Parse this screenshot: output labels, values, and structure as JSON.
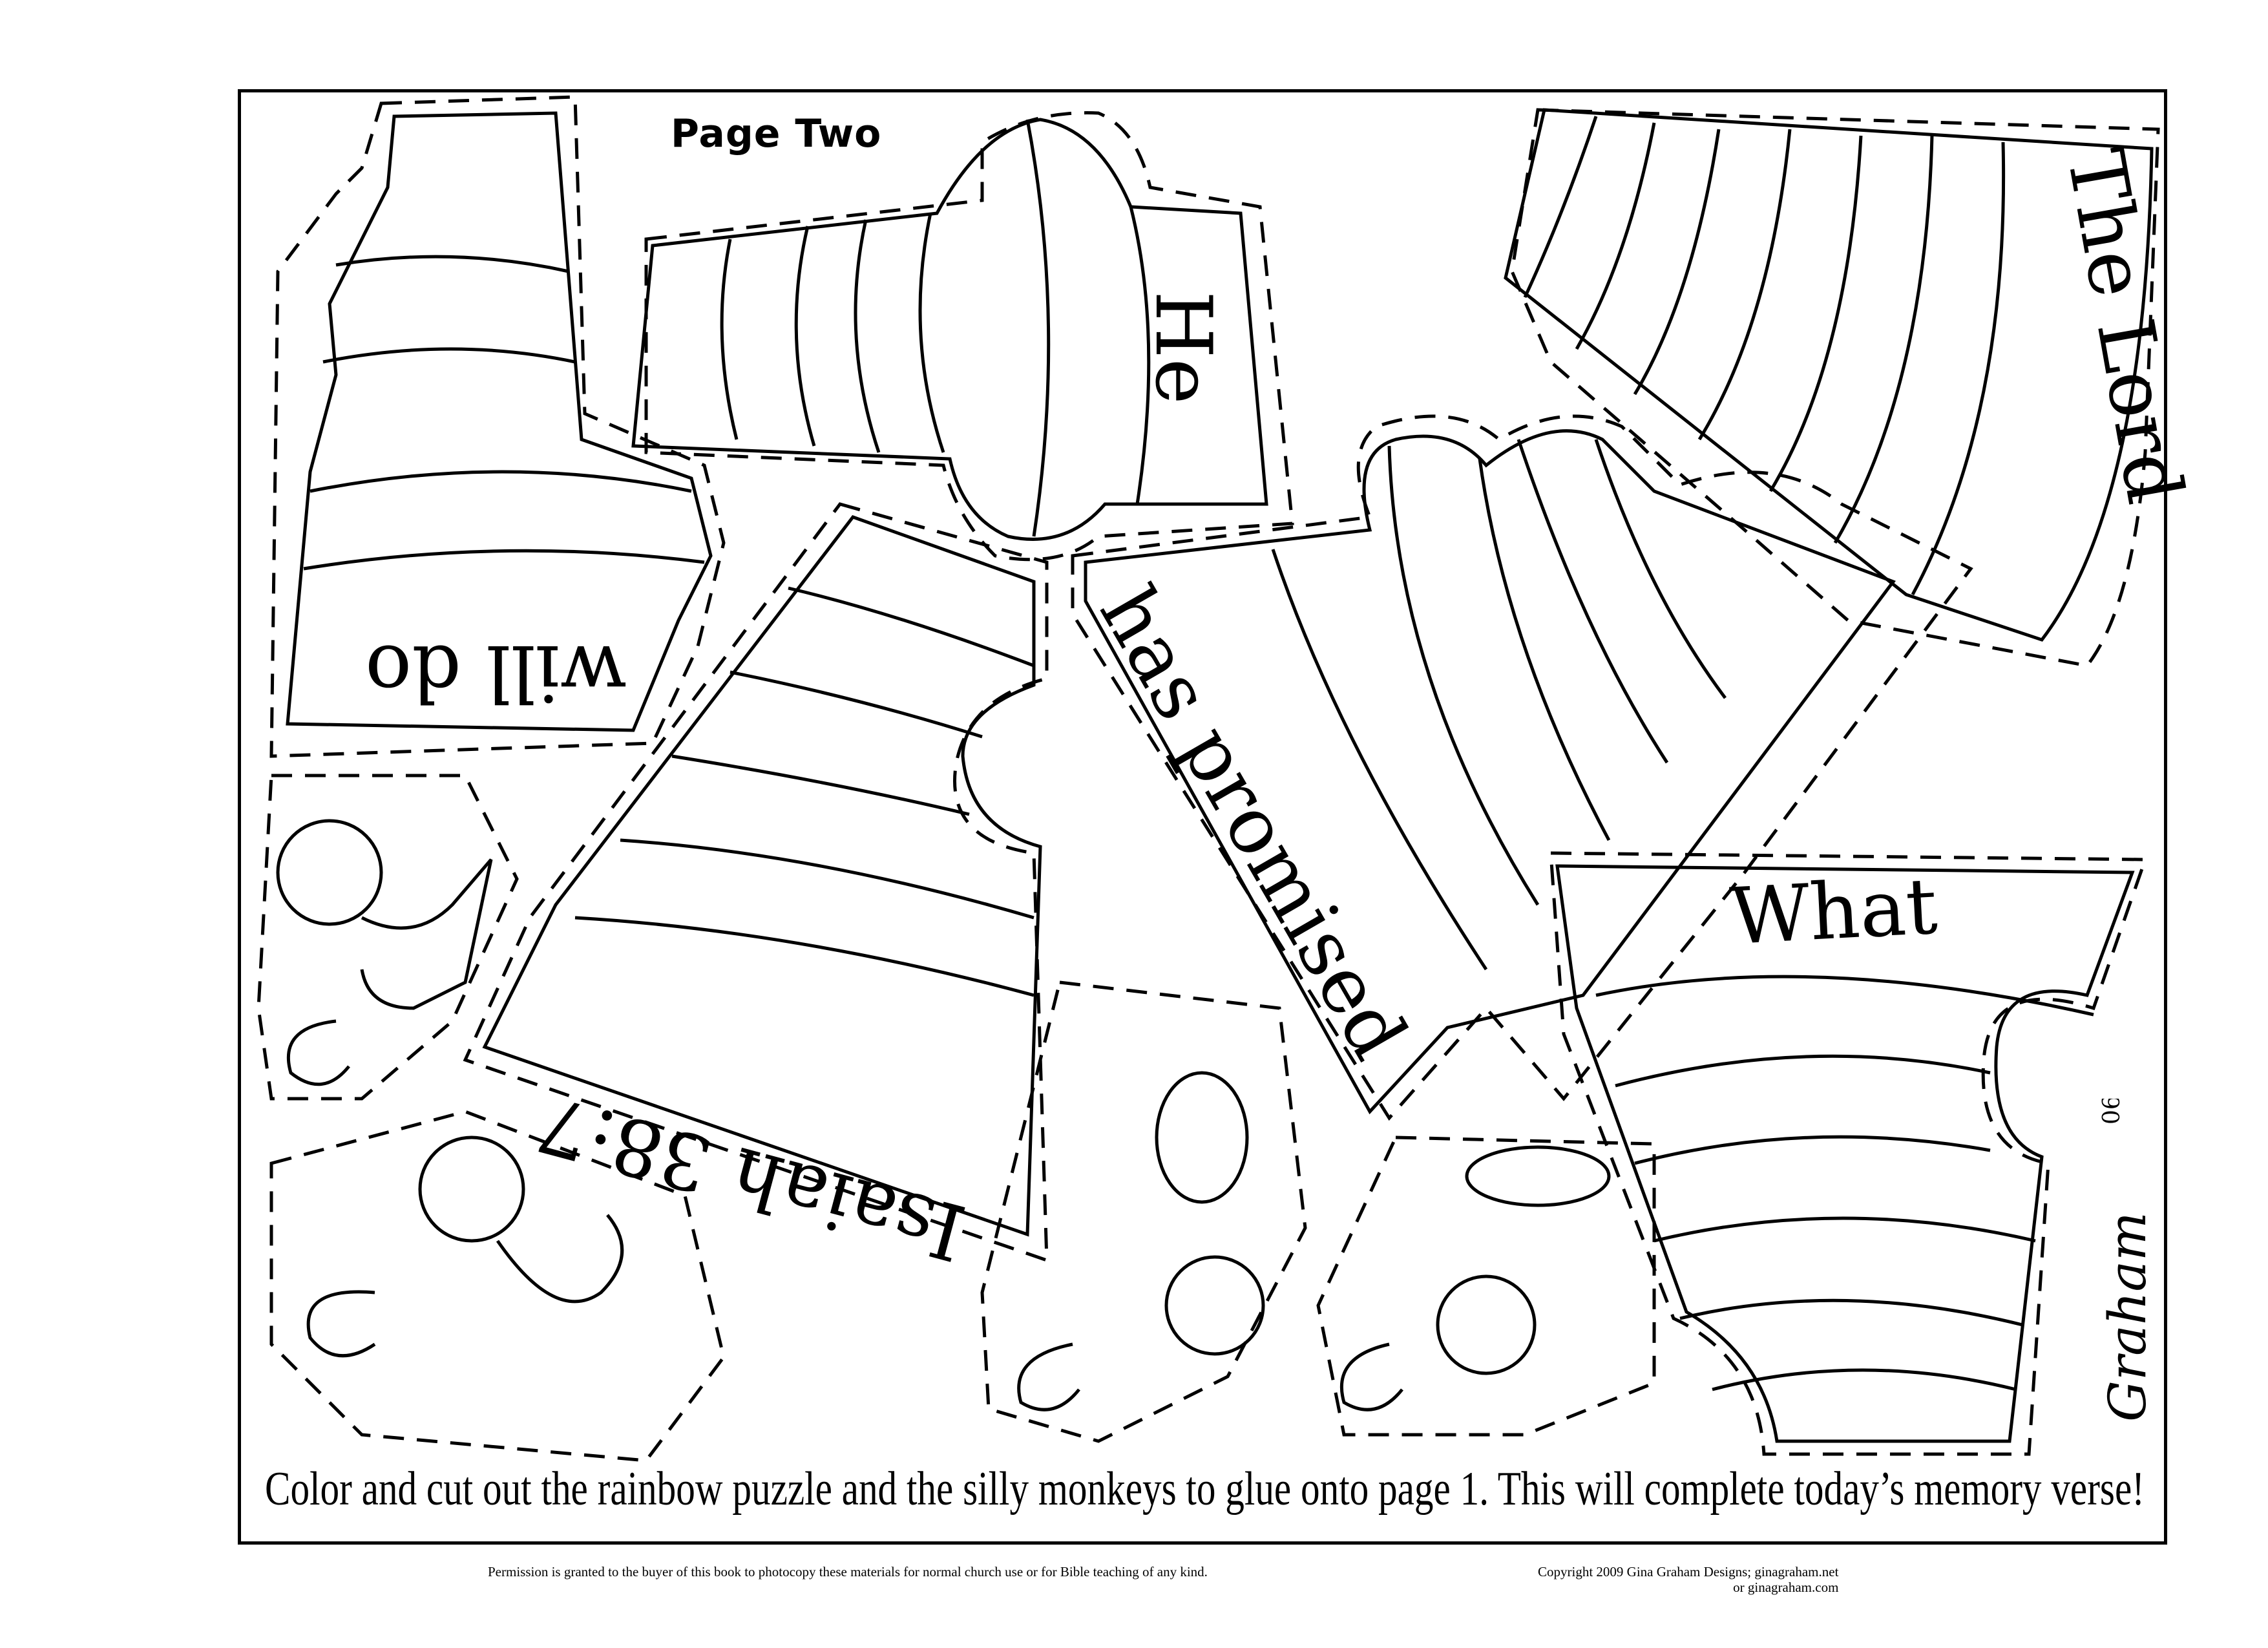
{
  "page": {
    "title": "Page Two",
    "instructions": "Color and cut out the rainbow puzzle and the silly monkeys to glue onto page 1.  This will complete today’s memory  verse!",
    "permission": "Permission is granted to the buyer of this book to photocopy these materials for normal church use or for Bible teaching of any kind.",
    "copyright_line1": "Copyright 2009 Gina Graham Designs; ginagraham.net",
    "copyright_line2": "or ginagraham.com",
    "signature": "Graham",
    "signature_year": "06"
  },
  "puzzle_pieces": [
    {
      "word": "will do"
    },
    {
      "word": "He"
    },
    {
      "word": "The Lord"
    },
    {
      "word": "has promised"
    },
    {
      "word": "Isaiah 38:7"
    },
    {
      "word": "What"
    }
  ]
}
